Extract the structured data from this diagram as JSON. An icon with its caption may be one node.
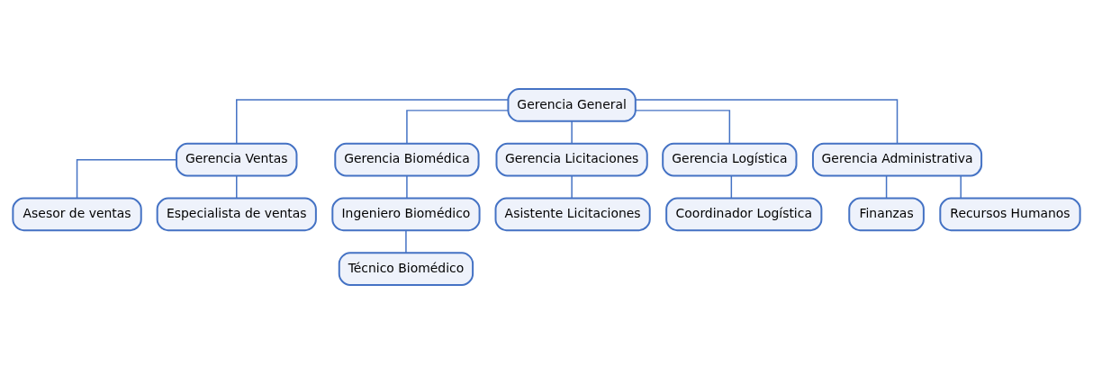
{
  "diagram": {
    "nodes": [
      {
        "text": [
          "Gerencia General"
        ]
      },
      {
        "text": [
          "Gerencia Ventas"
        ]
      },
      {
        "text": [
          "Gerencia Biomédica"
        ]
      },
      {
        "text": [
          "Gerencia Licitaciones"
        ]
      },
      {
        "text": [
          "Gerencia Logística"
        ]
      },
      {
        "text": [
          "Gerencia Administrativa"
        ]
      },
      {
        "text": [
          "Asesor de ventas"
        ]
      },
      {
        "text": [
          "Especialista de ventas"
        ]
      },
      {
        "text": [
          "Ingeniero Biomédico"
        ]
      },
      {
        "text": [
          "Asistente Licitaciones"
        ]
      },
      {
        "text": [
          "Coordinador Logística"
        ]
      },
      {
        "text": [
          "Finanzas"
        ]
      },
      {
        "text": [
          "Recursos Humanos"
        ]
      },
      {
        "text": [
          "Técnico Biomédico"
        ]
      }
    ],
    "edges": [
      {
        "from": 0,
        "to": 1,
        "arrow": "none"
      },
      {
        "from": 0,
        "to": 2,
        "arrow": "none"
      },
      {
        "from": 0,
        "to": 3,
        "arrow": "none"
      },
      {
        "from": 0,
        "to": 4,
        "arrow": "none"
      },
      {
        "from": 0,
        "to": 5,
        "arrow": "none"
      },
      {
        "from": 1,
        "to": 6,
        "arrow": "none"
      },
      {
        "from": 1,
        "to": 7,
        "arrow": "none"
      },
      {
        "from": 2,
        "to": 8,
        "arrow": "none"
      },
      {
        "from": 3,
        "to": 9,
        "arrow": "none"
      },
      {
        "from": 4,
        "to": 10,
        "arrow": "none"
      },
      {
        "from": 5,
        "to": 11,
        "arrow": "none"
      },
      {
        "from": 5,
        "to": 12,
        "arrow": "none"
      },
      {
        "from": 8,
        "to": 13,
        "arrow": "none"
      }
    ]
  }
}
